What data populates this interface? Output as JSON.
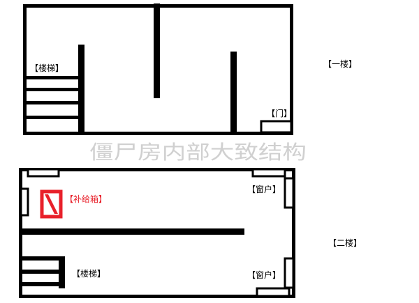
{
  "title": "僵尸房内部大致结构",
  "floor1": {
    "name": "【一楼】",
    "stairs_label": "【楼梯】",
    "door_label": "【门】"
  },
  "floor2": {
    "name": "【二楼】",
    "supply_label": "【补给箱】",
    "window_top_label": "【窗户】",
    "window_bottom_label": "【窗户】",
    "stairs_label": "【楼梯】"
  },
  "colors": {
    "wall": "#000000",
    "supply_box": "#e8202a",
    "title": "#d0d0d0"
  },
  "icons": {
    "supply_box": "red-box-icon"
  }
}
